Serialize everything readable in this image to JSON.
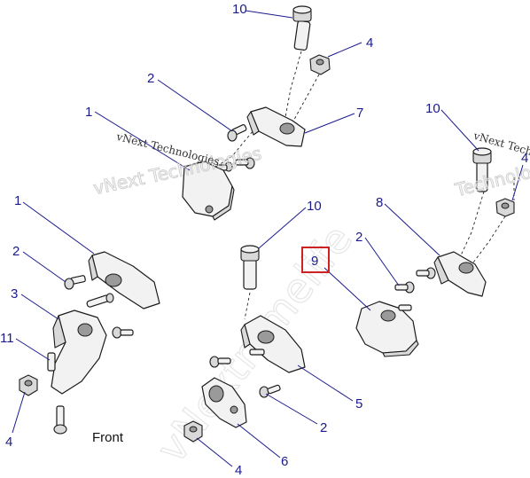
{
  "callouts": {
    "c10_top": "10",
    "c4_top": "4",
    "c2_top": "2",
    "c1_top": "1",
    "c7": "7",
    "c10_right": "10",
    "c4_right": "4",
    "c1_left": "1",
    "c2_left": "2",
    "c3": "3",
    "c11": "11",
    "c4_left": "4",
    "c10_mid": "10",
    "c8": "8",
    "c2_right": "2",
    "c9": "9",
    "c5": "5",
    "c2_bottom": "2",
    "c6": "6",
    "c4_bottom": "4"
  },
  "labels": {
    "front": "Front"
  },
  "watermarks": {
    "vnext_top": "vNext Technologies",
    "vnext_right": "vNext Technologies",
    "outline_top": "vNext Technologies",
    "outline_right": "Technologies",
    "outline_diag": "vNextremelife"
  },
  "colors": {
    "callout_text": "#1a1a8c",
    "highlight_box": "#cc2222"
  }
}
